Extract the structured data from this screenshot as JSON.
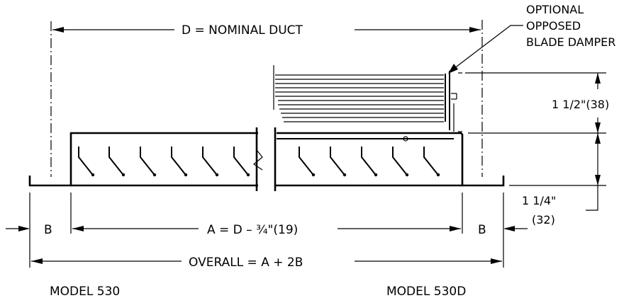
{
  "labels": {
    "nominal_duct": "D = NOMINAL DUCT",
    "damper_line1": "OPTIONAL",
    "damper_line2": "OPPOSED",
    "damper_line3": "BLADE DAMPER",
    "dim_upper": "1 1/2\"(38)",
    "dim_lower_1": "1 1/4\"",
    "dim_lower_2": "(32)",
    "b_left": "B",
    "b_right": "B",
    "a_formula": "A = D – ¾\"(19)",
    "overall": "OVERALL = A + 2B",
    "model_left": "MODEL 530",
    "model_right": "MODEL 530D"
  }
}
